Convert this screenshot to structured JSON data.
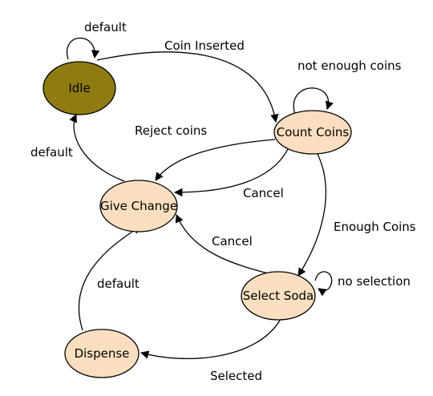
{
  "diagram": {
    "colors": {
      "initial_state_fill": "#8e7c12",
      "state_fill": "#f9dfc0",
      "stroke": "#000000",
      "background": "#ffffff"
    },
    "states": {
      "idle": "Idle",
      "count_coins": "Count Coins",
      "give_change": "Give Change",
      "select_soda": "Select Soda",
      "dispense": "Dispense"
    },
    "transitions": {
      "idle_default": "default",
      "coin_inserted": "Coin Inserted",
      "not_enough_coins": "not enough coins",
      "reject_coins": "Reject coins",
      "give_change_default": "default",
      "count_cancel": "Cancel",
      "enough_coins": "Enough Coins",
      "select_cancel": "Cancel",
      "no_selection": "no selection",
      "dispense_default": "default",
      "selected": "Selected"
    }
  }
}
